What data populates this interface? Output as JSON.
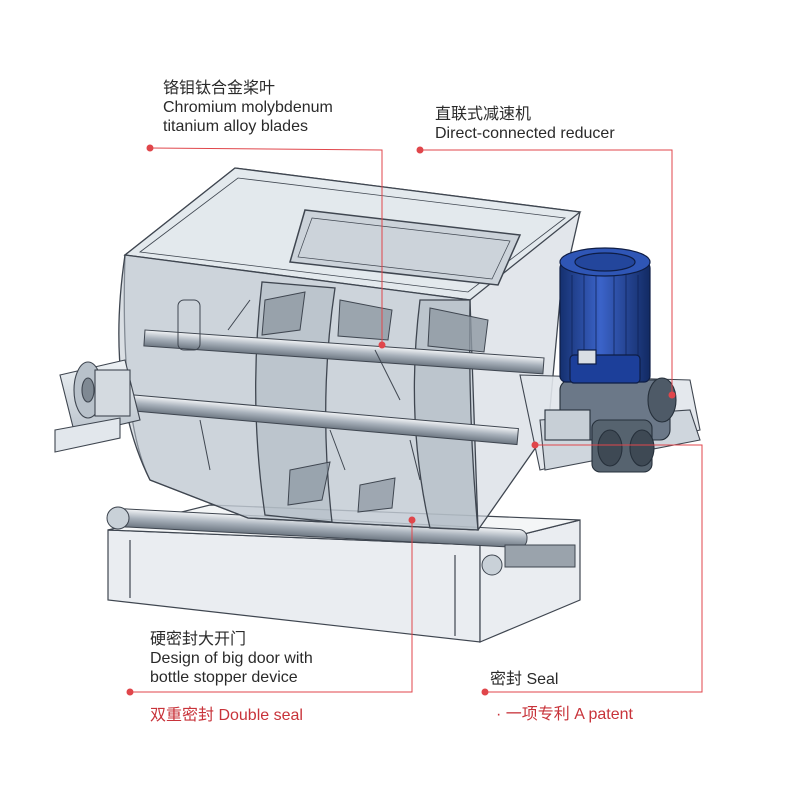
{
  "annotations": {
    "blades": {
      "zh": "铬钼钛合金桨叶",
      "en_line1": "Chromium molybdenum",
      "en_line2": "titanium alloy blades"
    },
    "reducer": {
      "zh": "直联式减速机",
      "en": "Direct-connected reducer"
    },
    "door": {
      "zh": "硬密封大开门",
      "en_line1": "Design of big door with",
      "en_line2": "bottle stopper device"
    },
    "double_seal": {
      "text": "双重密封  Double seal"
    },
    "seal": {
      "text": "密封  Seal"
    },
    "patent": {
      "text": "· 一项专利  A patent"
    }
  },
  "colors": {
    "leader_line": "#e0464b",
    "annotation_text": "#2a2a2a",
    "highlight_text": "#c8333a",
    "machine_outline": "#3f4650",
    "machine_fill": "#dde3ea",
    "motor_blue": "#1f3f9e"
  }
}
